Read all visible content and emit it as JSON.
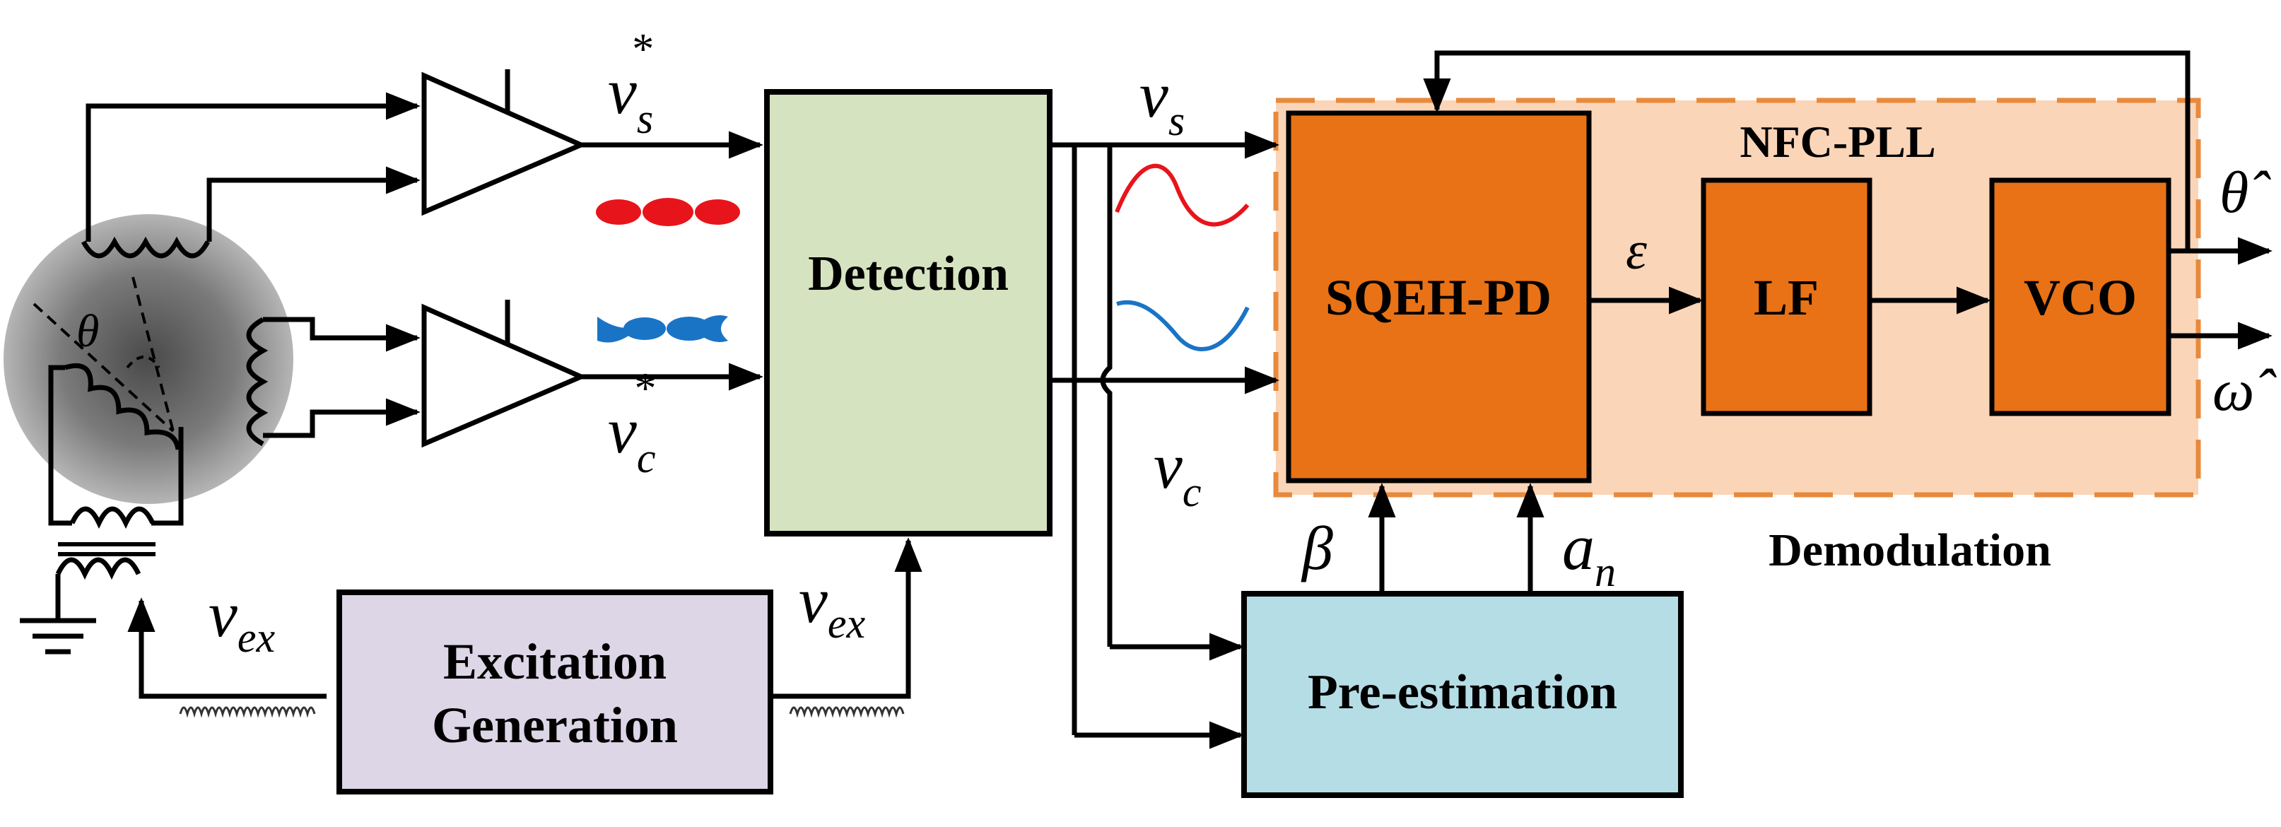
{
  "blocks": {
    "detection": "Detection",
    "sqeh_pd": "SQEH-PD",
    "lf": "LF",
    "vco": "VCO",
    "pre_estimation": "Pre-estimation",
    "excitation_line1": "Excitation",
    "excitation_line2": "Generation"
  },
  "region": {
    "pll_title": "NFC-PLL",
    "demodulation_caption": "Demodulation"
  },
  "signals": {
    "theta": "θ",
    "v": "v",
    "star": "*",
    "sub_s": "s",
    "sub_c": "c",
    "sub_ex": "ex",
    "epsilon": "ε",
    "beta": "β",
    "a": "a",
    "sub_n": "n",
    "theta_hat": "θ̂",
    "omega_hat": "ω̂"
  },
  "colors": {
    "detection_fill": "#d6e3c0",
    "pll_block_fill": "#e87215",
    "region_fill": "#fbd5b8",
    "region_border": "#e88a3c",
    "pre_estimation_fill": "#b5dde6",
    "excitation_fill": "#dcd6e6",
    "sine_red": "#e8141b",
    "sine_blue": "#1a74c5",
    "resolver_gray": "#888888"
  },
  "icons": {
    "resolver": "resolver-sensor-icon",
    "amplifier": "amplifier-triangle-icon",
    "ground": "ground-icon"
  }
}
